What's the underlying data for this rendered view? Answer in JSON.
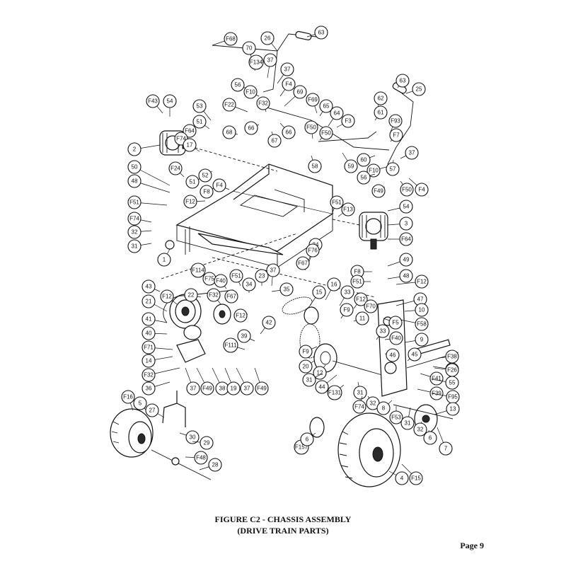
{
  "figure": {
    "caption_line1": "FIGURE C2 - CHASSIS ASSEMBLY",
    "caption_line2": "(DRIVE TRAIN PARTS)"
  },
  "page": {
    "label": "Page 9"
  },
  "callouts": [
    "F68",
    "70",
    "26",
    "63",
    "F134",
    "37",
    "37",
    "56",
    "F10",
    "F4",
    "69",
    "F43",
    "54",
    "53",
    "F22",
    "F32",
    "66",
    "67",
    "66",
    "51",
    "68",
    "F69",
    "65",
    "64",
    "F3",
    "F50",
    "F50",
    "62",
    "61",
    "F93",
    "F7",
    "63",
    "25",
    "2",
    "F64",
    "F74",
    "17",
    "60",
    "37",
    "F10",
    "58",
    "59",
    "56",
    "57",
    "F50",
    "F4",
    "F49",
    "50",
    "F24",
    "51",
    "52",
    "48",
    "F8",
    "F4",
    "F12",
    "F51",
    "F51",
    "F13",
    "54",
    "3",
    "F64",
    "F74",
    "32",
    "31",
    "1",
    "24",
    "F76",
    "F67",
    "49",
    "F8",
    "48",
    "F51",
    "F12",
    "F114",
    "F75",
    "F40",
    "F51",
    "23",
    "37",
    "34",
    "35",
    "43",
    "F12",
    "22",
    "F32",
    "F67",
    "15",
    "16",
    "33",
    "F12",
    "F70",
    "47",
    "10",
    "21",
    "F12",
    "F9",
    "11",
    "F5",
    "F58",
    "41",
    "39",
    "42",
    "33",
    "40",
    "F111",
    "F40",
    "9",
    "F71",
    "46",
    "45",
    "F38",
    "14",
    "F9",
    "20",
    "F32",
    "F38",
    "F26",
    "F41",
    "55",
    "F39",
    "F95",
    "13",
    "12",
    "31",
    "36",
    "37",
    "F49",
    "38",
    "19",
    "37",
    "F49",
    "44",
    "F131",
    "31",
    "F74",
    "32",
    "8",
    "F53",
    "31",
    "32",
    "6",
    "7",
    "F16",
    "5",
    "27",
    "30",
    "29",
    "F157",
    "6",
    "F48",
    "28",
    "4",
    "F15"
  ]
}
